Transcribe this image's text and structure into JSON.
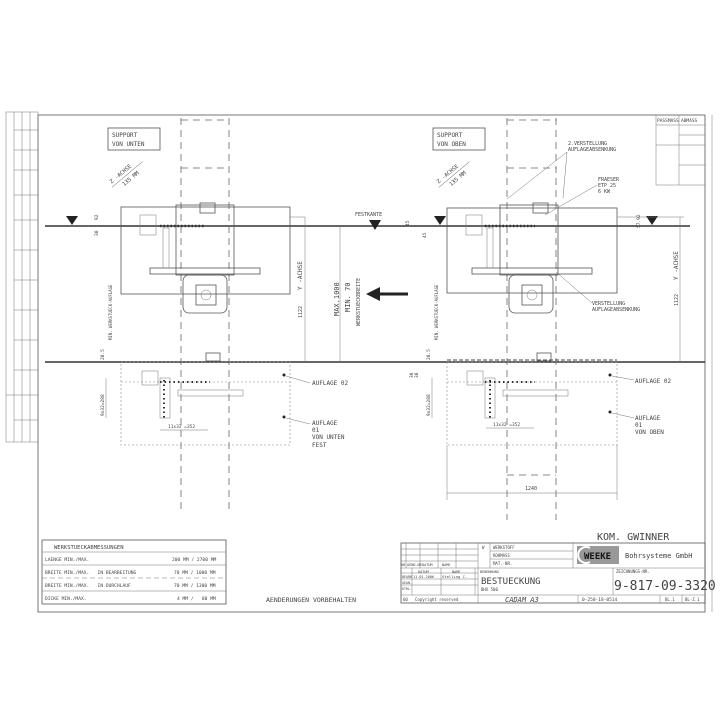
{
  "left_view": {
    "title_line1": "SUPPORT",
    "title_line2": "VON UNTEN",
    "z_axis_label": "Z -ACHSE",
    "z_axis_value": "135 MM",
    "dim_top_1": "92",
    "dim_top_2": "30",
    "festkante": "FESTKANTE",
    "dim_festkante": "45",
    "y_axis_value": "1122",
    "y_axis_label": "Y -ACHSE",
    "max_width": "MAX.1000",
    "min_width": "MIN. 70",
    "workpiece_width_label": "WERKSTUECKBREITE",
    "min_support_label": "MIN. WERKSTUECK-AUFLAGE",
    "dim_min_support": "20.5",
    "dim_vertical_holes": "9x32=288",
    "dim_horizontal_holes": "11x32 =352",
    "dim_right": "30",
    "support_02": "AUFLAGE 02",
    "support_01_line1": "AUFLAGE",
    "support_01_line2": "01",
    "support_01_line3": "VON UNTEN",
    "support_01_line4": "FEST"
  },
  "right_view": {
    "title_line1": "SUPPORT",
    "title_line2": "VON OBEN",
    "z_axis_label": "Z -ACHSE",
    "z_axis_value": "135 MM",
    "adjustment2_line1": "2.VERSTELLUNG",
    "adjustment2_line2": "AUFLAGEABSENKUNG",
    "cutter_line1": "FRAESER",
    "cutter_line2": "ETP 25",
    "cutter_line3": "6 KW",
    "dim_a": "45",
    "dim_b": "57.92",
    "adjustment_line1": "VERSTELLUNG",
    "adjustment_line2": "AUFLAGEABSENKUNG",
    "y_axis_value": "1122",
    "y_axis_label": "Y -ACHSE",
    "min_support_label": "MIN. WERKSTUECK-AUFLAGE",
    "dim_min_support": "20.5",
    "dim_vertical_holes": "9x32=288",
    "dim_horizontal_holes": "11x32 =352",
    "dim_right": "30",
    "support_02": "AUFLAGE 02",
    "support_01_line1": "AUFLAGE",
    "support_01_line2": "01",
    "support_01_line3": "VON OBEN",
    "dim_length": "1240"
  },
  "fit_table": {
    "col1": "PASSMASS",
    "col2": "ABMASS"
  },
  "dimensions_table": {
    "title": "WERKSTUECKABMESSUNGEN",
    "rows": [
      {
        "label": "LAENGE MIN./MAX.",
        "value": "200 MM / 2700 MM"
      },
      {
        "label": "BREITE MIN./MAX.   IN BEARBEITUNG",
        "value": "70 MM / 1000 MM"
      },
      {
        "label": "BREITE MIN./MAX.   IN DURCHLAUF",
        "value": "70 MM / 1300 MM"
      },
      {
        "label": "DICKE MIN./MAX.",
        "value": "4 MM /   80 MM"
      }
    ]
  },
  "notice": "AENDERUNGEN VORBEHALTEN",
  "title_block": {
    "customer": "KOM. GWINNER",
    "rev_headers": [
      "AB",
      "AEND.NR",
      "DATUM",
      "NAME"
    ],
    "material_prefix": "W",
    "material": "WERKSTOFF",
    "raw_size": "ROHMASS",
    "mat_no": "MAT.-NR.",
    "logo_text": "WEEKE",
    "company": "Bohrsysteme GmbH",
    "date_header": "DATUM",
    "name_header": "NAME",
    "row_labels": [
      "BEARB",
      "GEAN.",
      "KTRL."
    ],
    "date": "11.01.2006",
    "drawn_by": "Stelling C.",
    "designation_label": "BENENNUNG",
    "designation": "BESTUECKUNG",
    "model": "BHX 500",
    "drawing_no_label": "ZEICHNUNGS-NR.",
    "drawing_no": "9-817-09-3320",
    "scale_code": "60",
    "copyright": "Copyright reserved",
    "cad": "CADAM  A3",
    "ref_no": "0-250-18-0514",
    "sheet": "BL.1",
    "sheet_count": "BL-Z.1"
  }
}
